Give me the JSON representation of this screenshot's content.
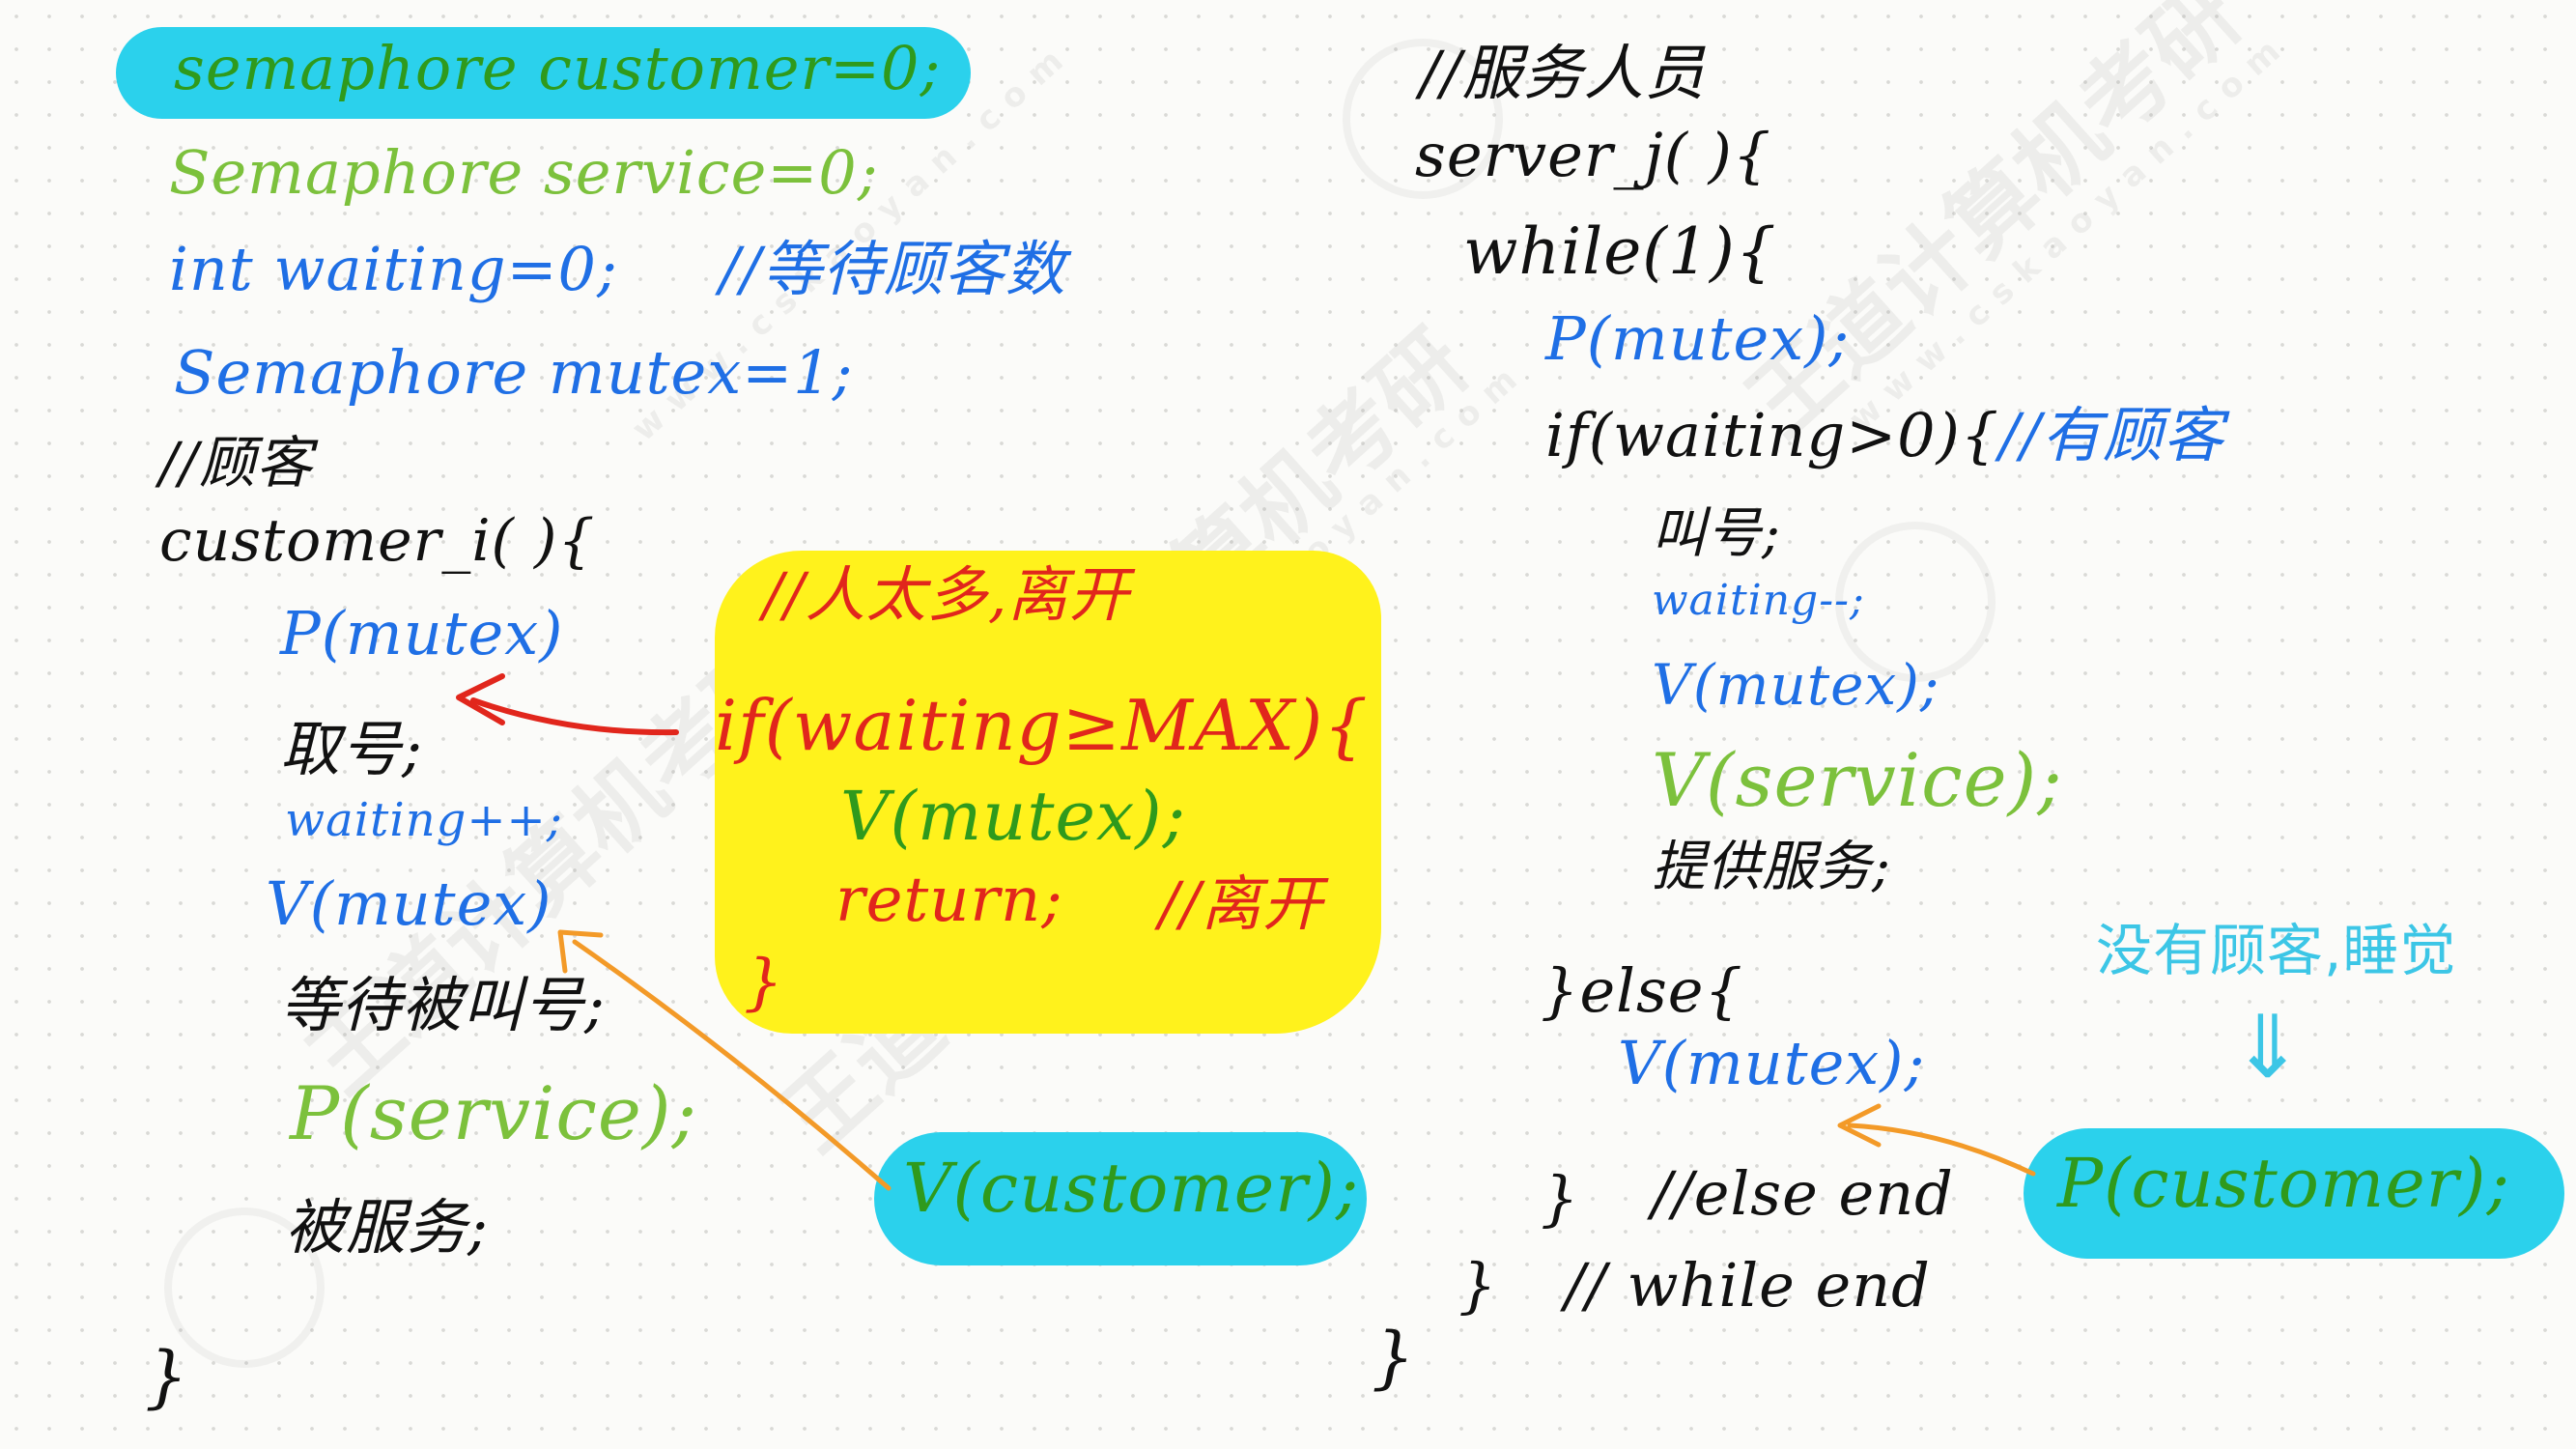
{
  "left_code": {
    "sem_customer": "semaphore customer=0;",
    "sem_service": "Semaphore service=0;",
    "int_waiting": "int waiting=0;",
    "waiting_comment": "//等待顾客数",
    "sem_mutex": "Semaphore mutex=1;",
    "customer_comment": "//顾客",
    "customer_func": "customer_i( ){",
    "p_mutex": "P(mutex)",
    "take_number": "取号;",
    "waiting_inc": "waiting++;",
    "v_mutex": "V(mutex)",
    "wait_called": "等待被叫号;",
    "p_service": "P(service);",
    "be_served": "被服务;",
    "close_brace": "}"
  },
  "insert_note": {
    "comment": "//人太多,离开",
    "if_line": "if(waiting≥MAX){",
    "v_mutex": "V(mutex);",
    "return_line": "return;",
    "return_comment": "//离开",
    "close_brace": "}"
  },
  "left_insert": {
    "v_customer": "V(customer);"
  },
  "right_code": {
    "server_comment": "//服务人员",
    "server_func": "server_j( ){",
    "while_line": "while(1){",
    "p_mutex": "P(mutex);",
    "if_line": "if(waiting>0){",
    "if_comment": "//有顾客",
    "call_number": "叫号;",
    "waiting_dec": "waiting--;",
    "v_mutex": "V(mutex);",
    "v_service": "V(service);",
    "provide_service": "提供服务;",
    "else_line": "}else{",
    "else_v_mutex": "V(mutex);",
    "else_end_brace": "}",
    "else_end_comment": "//else end",
    "while_end_brace": "}",
    "while_end_comment": "// while end",
    "close_brace": "}"
  },
  "right_note": {
    "no_customer": "没有顾客,睡觉",
    "down_arrow": "⇓",
    "p_customer": "P(customer);"
  },
  "watermark": {
    "brand": "王道计算机考研",
    "domain": "www.cskaoyan.com"
  },
  "colors": {
    "black": "#111111",
    "green": "#7cc13c",
    "dark_green": "#2f9a1c",
    "blue": "#1f6fe5",
    "red": "#e1261c",
    "cyan_text": "#3cc6e6",
    "cyan_highlight": "#2bd1ec",
    "yellow_highlight": "#fff21c",
    "orange_arrow": "#f39a28"
  }
}
